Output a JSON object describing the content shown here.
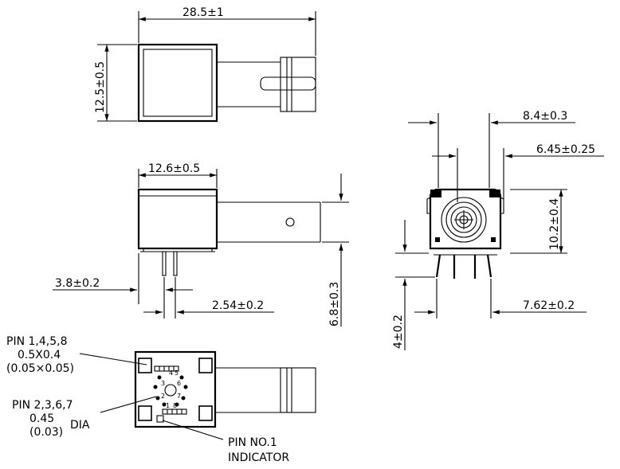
{
  "drawing": {
    "top_view": {
      "width_dim": "28.5±1",
      "height_dim": "12.5±0.5"
    },
    "side_view": {
      "body_dim": "12.6±0.5",
      "pin_offset_dim": "3.8±0.2",
      "pin_pitch_dim": "2.54±0.2",
      "height_dim": "6.8±0.3"
    },
    "front_view": {
      "dim_8_4": "8.4±0.3",
      "dim_6_45": "6.45±0.25",
      "dim_10_2": "10.2±0.4",
      "dim_7_62": "7.62±0.2",
      "dim_4": "4±0.2"
    },
    "bottom_view": {
      "pin_1458": [
        "PIN 1,4,5,8",
        "0.5X0.4",
        "(0.05×0.05)"
      ],
      "pin_2367": [
        "PIN 2,3,6,7",
        "0.45",
        "(0.03)",
        "DIA"
      ],
      "pin1": [
        "PIN NO.1",
        "INDICATOR"
      ],
      "pin_numbers": [
        "4",
        "5",
        "3",
        "6",
        "2",
        "7",
        "1",
        "8"
      ]
    }
  }
}
